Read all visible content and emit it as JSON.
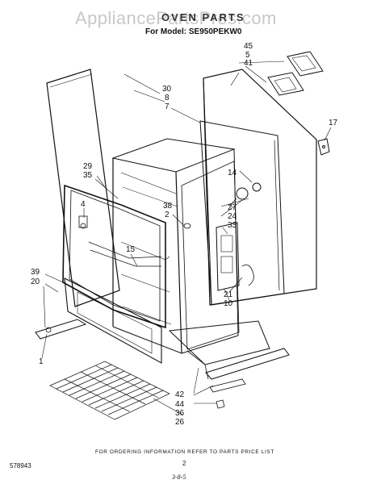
{
  "watermark": "AppliancePartsPros.com",
  "title": "OVEN PARTS",
  "model": "For Model: SE950PEKW0",
  "footer": "FOR ORDERING INFORMATION REFER TO PARTS PRICE LIST",
  "doc_number": "578943",
  "page_number": "2",
  "date_code": "3-8-5",
  "callouts": {
    "c45": "45",
    "c5": "5",
    "c41": "41",
    "c30": "30",
    "c8": "8",
    "c7": "7",
    "c17": "17",
    "c29": "29",
    "c35": "35",
    "c14": "14",
    "c4": "4",
    "c38": "38",
    "c2": "2",
    "c27": "27",
    "c24": "24",
    "c33": "33",
    "c15": "15",
    "c39": "39",
    "c20": "20",
    "c21": "21",
    "c10": "10",
    "c1": "1",
    "c42": "42",
    "c44": "44",
    "c36": "36",
    "c26": "26"
  }
}
